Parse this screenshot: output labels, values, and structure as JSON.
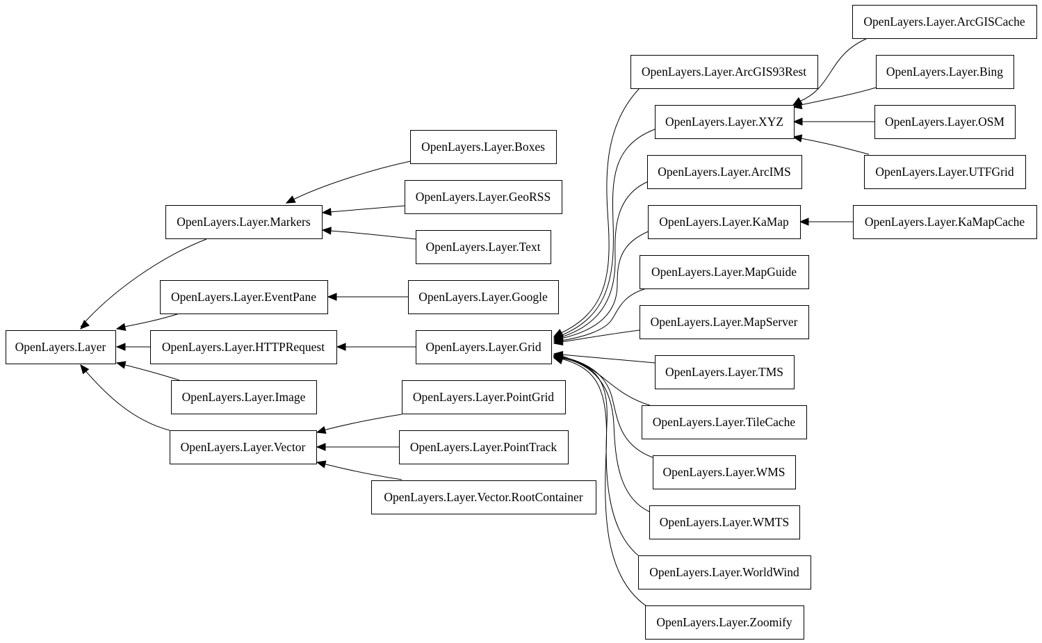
{
  "diagram": {
    "nodes": [
      {
        "id": "layer",
        "label": "OpenLayers.Layer"
      },
      {
        "id": "markers",
        "label": "OpenLayers.Layer.Markers"
      },
      {
        "id": "eventpane",
        "label": "OpenLayers.Layer.EventPane"
      },
      {
        "id": "httprequest",
        "label": "OpenLayers.Layer.HTTPRequest"
      },
      {
        "id": "image",
        "label": "OpenLayers.Layer.Image"
      },
      {
        "id": "vector",
        "label": "OpenLayers.Layer.Vector"
      },
      {
        "id": "boxes",
        "label": "OpenLayers.Layer.Boxes"
      },
      {
        "id": "georss",
        "label": "OpenLayers.Layer.GeoRSS"
      },
      {
        "id": "text",
        "label": "OpenLayers.Layer.Text"
      },
      {
        "id": "google",
        "label": "OpenLayers.Layer.Google"
      },
      {
        "id": "grid",
        "label": "OpenLayers.Layer.Grid"
      },
      {
        "id": "pointgrid",
        "label": "OpenLayers.Layer.PointGrid"
      },
      {
        "id": "pointtrack",
        "label": "OpenLayers.Layer.PointTrack"
      },
      {
        "id": "rootcontainer",
        "label": "OpenLayers.Layer.Vector.RootContainer"
      },
      {
        "id": "arcgis93rest",
        "label": "OpenLayers.Layer.ArcGIS93Rest"
      },
      {
        "id": "xyz",
        "label": "OpenLayers.Layer.XYZ"
      },
      {
        "id": "arcims",
        "label": "OpenLayers.Layer.ArcIMS"
      },
      {
        "id": "kamap",
        "label": "OpenLayers.Layer.KaMap"
      },
      {
        "id": "mapguide",
        "label": "OpenLayers.Layer.MapGuide"
      },
      {
        "id": "mapserver",
        "label": "OpenLayers.Layer.MapServer"
      },
      {
        "id": "tms",
        "label": "OpenLayers.Layer.TMS"
      },
      {
        "id": "tilecache",
        "label": "OpenLayers.Layer.TileCache"
      },
      {
        "id": "wms",
        "label": "OpenLayers.Layer.WMS"
      },
      {
        "id": "wmts",
        "label": "OpenLayers.Layer.WMTS"
      },
      {
        "id": "worldwind",
        "label": "OpenLayers.Layer.WorldWind"
      },
      {
        "id": "zoomify",
        "label": "OpenLayers.Layer.Zoomify"
      },
      {
        "id": "arcgiscache",
        "label": "OpenLayers.Layer.ArcGISCache"
      },
      {
        "id": "bing",
        "label": "OpenLayers.Layer.Bing"
      },
      {
        "id": "osm",
        "label": "OpenLayers.Layer.OSM"
      },
      {
        "id": "utfgrid",
        "label": "OpenLayers.Layer.UTFGrid"
      },
      {
        "id": "kamapcache",
        "label": "OpenLayers.Layer.KaMapCache"
      }
    ],
    "edges": [
      {
        "from": "markers",
        "to": "layer"
      },
      {
        "from": "eventpane",
        "to": "layer"
      },
      {
        "from": "httprequest",
        "to": "layer"
      },
      {
        "from": "image",
        "to": "layer"
      },
      {
        "from": "vector",
        "to": "layer"
      },
      {
        "from": "boxes",
        "to": "markers"
      },
      {
        "from": "georss",
        "to": "markers"
      },
      {
        "from": "text",
        "to": "markers"
      },
      {
        "from": "google",
        "to": "eventpane"
      },
      {
        "from": "grid",
        "to": "httprequest"
      },
      {
        "from": "pointgrid",
        "to": "vector"
      },
      {
        "from": "pointtrack",
        "to": "vector"
      },
      {
        "from": "rootcontainer",
        "to": "vector"
      },
      {
        "from": "arcgis93rest",
        "to": "grid"
      },
      {
        "from": "xyz",
        "to": "grid"
      },
      {
        "from": "arcims",
        "to": "grid"
      },
      {
        "from": "kamap",
        "to": "grid"
      },
      {
        "from": "mapguide",
        "to": "grid"
      },
      {
        "from": "mapserver",
        "to": "grid"
      },
      {
        "from": "tms",
        "to": "grid"
      },
      {
        "from": "tilecache",
        "to": "grid"
      },
      {
        "from": "wms",
        "to": "grid"
      },
      {
        "from": "wmts",
        "to": "grid"
      },
      {
        "from": "worldwind",
        "to": "grid"
      },
      {
        "from": "zoomify",
        "to": "grid"
      },
      {
        "from": "arcgiscache",
        "to": "xyz"
      },
      {
        "from": "bing",
        "to": "xyz"
      },
      {
        "from": "osm",
        "to": "xyz"
      },
      {
        "from": "utfgrid",
        "to": "xyz"
      },
      {
        "from": "kamapcache",
        "to": "kamap"
      }
    ]
  }
}
